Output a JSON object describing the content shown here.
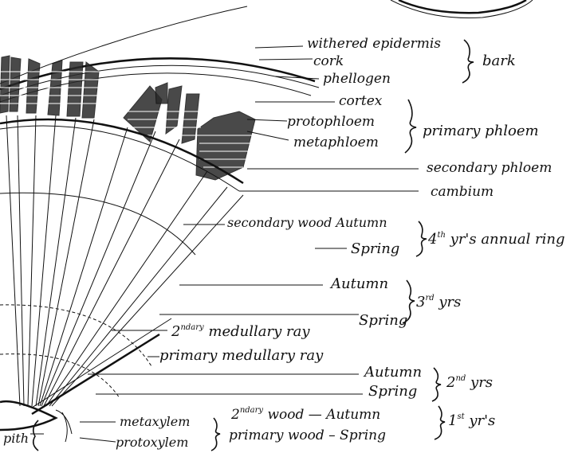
{
  "labels": {
    "withered_epidermis": "withered epidermis",
    "cork": "cork",
    "phellogen": "phellogen",
    "bark": "bark",
    "cortex": "cortex",
    "protophloem": "protophloem",
    "metaphloem": "metaphloem",
    "primary_phloem": "primary phloem",
    "secondary_phloem": "secondary phloem",
    "cambium": "cambium",
    "secondary_wood_autumn": "secondary wood Autumn",
    "spring_4": "Spring",
    "ring4_pre": "4",
    "ring4_sup": "th",
    "ring4_post": " yr's annual ring",
    "autumn_3": "Autumn",
    "spring_3": "Spring",
    "ring3_pre": "3",
    "ring3_sup": "rd",
    "ring3_post": " yrs",
    "medray2_pre": "2",
    "medray2_sup": "ndary",
    "medray2_post": " medullary ray",
    "primary_medullary_ray": "primary medullary ray",
    "autumn_2": "Autumn",
    "spring_2": "Spring",
    "ring2_pre": "2",
    "ring2_sup": "nd",
    "ring2_post": " yrs",
    "wood2_pre": "2",
    "wood2_sup": "ndary",
    "wood2_post": " wood — Autumn",
    "primary_wood": "primary wood  –  Spring",
    "ring1_pre": "1",
    "ring1_sup": "st",
    "ring1_post": " yr's",
    "metaxylem": "metaxylem",
    "protoxylem": "protoxylem",
    "pith": "pith"
  }
}
